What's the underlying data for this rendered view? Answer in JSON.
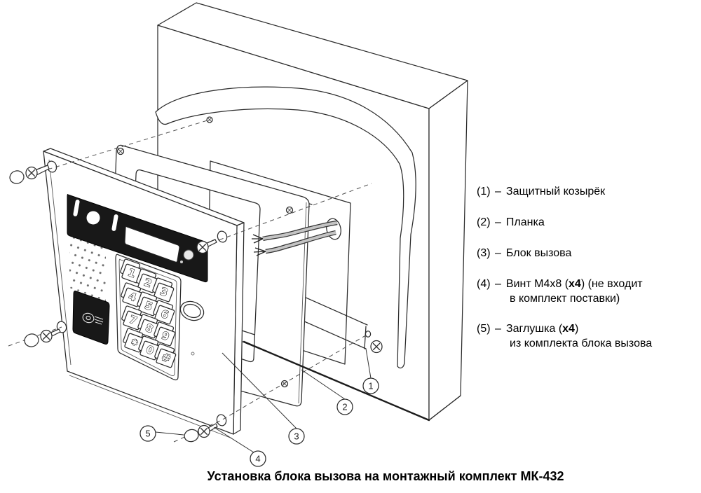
{
  "legend": {
    "items": [
      {
        "num": "(1)",
        "dash": "–",
        "text": "Защитный козырёк"
      },
      {
        "num": "(2)",
        "dash": "–",
        "text": "Планка"
      },
      {
        "num": "(3)",
        "dash": "–",
        "text": "Блок вызова"
      },
      {
        "num": "(4)",
        "dash": "–",
        "pre": "Винт М4х8 (",
        "bold": "х4",
        "post": ") (не входит",
        "line2": "в комплект поставки)"
      },
      {
        "num": "(5)",
        "dash": "–",
        "pre": "Заглушка (",
        "bold": "х4",
        "post": ")",
        "line2": "из комплекта блока вызова"
      }
    ]
  },
  "caption": "Установка блока вызова на монтажный комплект МК-432",
  "callouts": [
    "1",
    "2",
    "3",
    "4",
    "5"
  ],
  "keypad_keys": [
    "1",
    "2",
    "3",
    "4",
    "5",
    "6",
    "7",
    "8",
    "9",
    "✱",
    "0",
    "#"
  ],
  "colors": {
    "line": "#2b2b2b",
    "strip": "#181818",
    "paper": "#ffffff"
  }
}
